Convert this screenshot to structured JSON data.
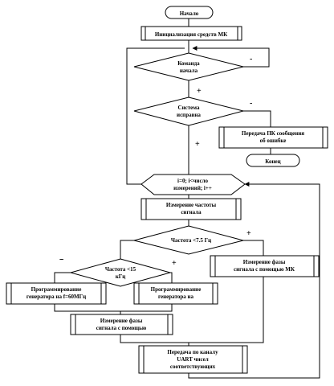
{
  "nodes": {
    "start": {
      "lines": [
        "Начало"
      ]
    },
    "init": {
      "lines": [
        "Инициализация средств МК"
      ]
    },
    "cmd": {
      "lines": [
        "Команда",
        "начала"
      ]
    },
    "ready": {
      "lines": [
        "Система",
        "исправна"
      ]
    },
    "error_msg": {
      "lines": [
        "Передача ПК сообщения",
        "об ошибке"
      ]
    },
    "end": {
      "lines": [
        "Конец"
      ]
    },
    "loop": {
      "lines": [
        "i=0; i<число",
        "измерений; i++"
      ]
    },
    "measure_freq": {
      "lines": [
        "Измерение частоты",
        "сигнала"
      ]
    },
    "cond_75": {
      "lines": [
        "Частота <7.5 Гц"
      ]
    },
    "cond_15": {
      "lines": [
        "Частота <15",
        "кГц"
      ]
    },
    "prog_60": {
      "lines": [
        "Программирование",
        "генератора на f=60МГц"
      ]
    },
    "prog_fx": {
      "lines": [
        "Программирование",
        "генератора на"
      ]
    },
    "phase_mk": {
      "lines": [
        "Измерение фазы",
        "сигнала с помощью МК"
      ]
    },
    "phase_gen": {
      "lines": [
        "Измерение фазы",
        "сигнала с помощью"
      ]
    },
    "uart": {
      "lines": [
        "Передача по каналу",
        "UART чисел",
        "соответствующих"
      ]
    }
  },
  "signs": {
    "cmd_no": "-",
    "cmd_yes": "+",
    "ready_no": "-",
    "ready_yes": "+",
    "c75_no": "-",
    "c75_yes": "+",
    "c15_no": "-",
    "c15_yes": "+"
  }
}
